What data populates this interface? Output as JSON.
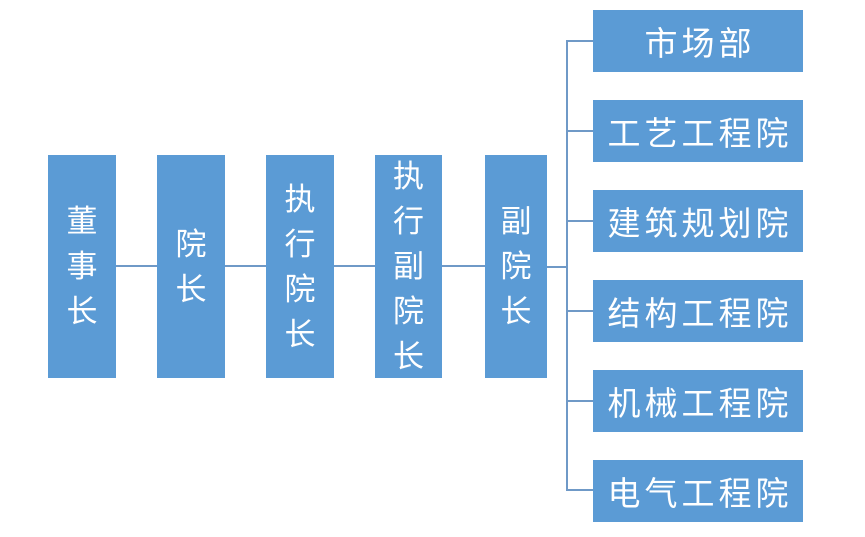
{
  "colors": {
    "box_fill": "#5b9bd5",
    "box_text": "#ffffff",
    "connector": "#6f99c7",
    "background": "#ffffff"
  },
  "chain": [
    {
      "label": "董事长"
    },
    {
      "label": "院长"
    },
    {
      "label": "执行院长"
    },
    {
      "label": "执行副院长"
    },
    {
      "label": "副院长"
    }
  ],
  "departments": [
    {
      "label": "市场部"
    },
    {
      "label": "工艺工程院"
    },
    {
      "label": "建筑规划院"
    },
    {
      "label": "结构工程院"
    },
    {
      "label": "机械工程院"
    },
    {
      "label": "电气工程院"
    }
  ]
}
